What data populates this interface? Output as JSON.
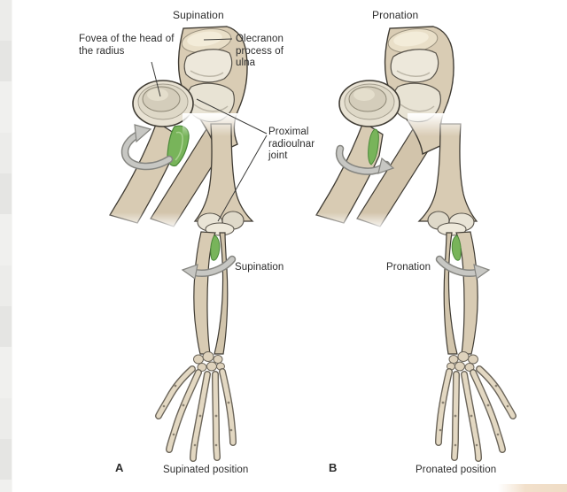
{
  "figure": {
    "panel_a": {
      "title": "Supination",
      "rotation_label": "Supination",
      "caption_letter": "A",
      "caption": "Supinated position"
    },
    "panel_b": {
      "title": "Pronation",
      "rotation_label": "Pronation",
      "caption_letter": "B",
      "caption": "Pronated position"
    },
    "annotations": {
      "fovea_label": "Fovea of the head of the radius",
      "olecranon_label": "Olecranon process of ulna",
      "proximal_radioulnar_label": "Proximal radioulnar joint"
    },
    "colors": {
      "bone_fill": "#d8cbb3",
      "bone_shadow": "#cfc1a8",
      "bone_outline": "#403c34",
      "articular_fill": "#ece7da",
      "ligament_green": "#78b45a",
      "ligament_green_dark": "#4a8838",
      "arrow_gray": "#c7c7c3",
      "arrow_gray_dark": "#858580",
      "label_text": "#2c2c2c"
    }
  }
}
